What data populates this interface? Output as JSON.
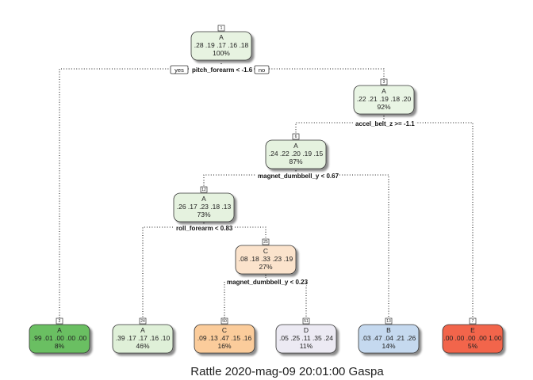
{
  "caption": "Rattle 2020-mag-09 20:01:00 Gaspa",
  "branch_labels": {
    "yes": "yes",
    "no": "no"
  },
  "splits": [
    "pitch_forearm < -1.6",
    "accel_belt_z >= -1.1",
    "magnet_dumbbell_y < 0.67",
    "roll_forearm < 0.83",
    "magnet_dumbbell_y < 0.23"
  ],
  "nodes": [
    {
      "id": "1",
      "class": "A",
      "probs": ".28 .19 .17 .16 .18",
      "pct": "100%",
      "color": "#e7f3e1"
    },
    {
      "id": "3",
      "class": "A",
      "probs": ".22 .21 .19 .18 .20",
      "pct": "92%",
      "color": "#e9f5e4"
    },
    {
      "id": "6",
      "class": "A",
      "probs": ".24 .22 .20 .19 .15",
      "pct": "87%",
      "color": "#e5f2df"
    },
    {
      "id": "12",
      "class": "A",
      "probs": ".26 .17 .23 .18 .13",
      "pct": "73%",
      "color": "#e5f2df"
    },
    {
      "id": "25",
      "class": "C",
      "probs": ".08 .18 .33 .23 .19",
      "pct": "27%",
      "color": "#fbe3cc"
    },
    {
      "id": "2",
      "class": "A",
      "probs": ".99 .01 .00 .00 .00",
      "pct": "8%",
      "color": "#6abf62"
    },
    {
      "id": "24",
      "class": "A",
      "probs": ".39 .17 .17 .16 .10",
      "pct": "46%",
      "color": "#dff0d8"
    },
    {
      "id": "50",
      "class": "C",
      "probs": ".09 .13 .47 .15 .16",
      "pct": "16%",
      "color": "#fbcc9b"
    },
    {
      "id": "51",
      "class": "D",
      "probs": ".05 .25 .11 .35 .24",
      "pct": "11%",
      "color": "#eceaf3"
    },
    {
      "id": "13",
      "class": "B",
      "probs": ".03 .47 .04 .21 .26",
      "pct": "14%",
      "color": "#c5d9ef"
    },
    {
      "id": "7",
      "class": "E",
      "probs": ".00 .00 .00 .00 1.00",
      "pct": "5%",
      "color": "#f2654b"
    }
  ]
}
